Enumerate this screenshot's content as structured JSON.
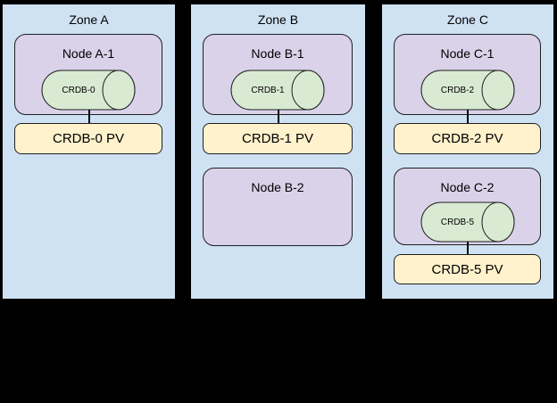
{
  "diagram": {
    "colors": {
      "background": "#000000",
      "zone": "#cfe2f3",
      "node": "#d9d2e9",
      "database": "#d9ead3",
      "volume": "#fff2cc",
      "border": "#000000"
    },
    "zones": [
      {
        "title": "Zone A",
        "nodes": [
          {
            "title": "Node A-1",
            "database": "CRDB-0",
            "volume": "CRDB-0 PV"
          }
        ]
      },
      {
        "title": "Zone B",
        "nodes": [
          {
            "title": "Node B-1",
            "database": "CRDB-1",
            "volume": "CRDB-1 PV"
          },
          {
            "title": "Node B-2"
          }
        ]
      },
      {
        "title": "Zone C",
        "nodes": [
          {
            "title": "Node C-1",
            "database": "CRDB-2",
            "volume": "CRDB-2 PV"
          },
          {
            "title": "Node C-2",
            "database": "CRDB-5",
            "volume": "CRDB-5 PV"
          }
        ]
      }
    ]
  }
}
